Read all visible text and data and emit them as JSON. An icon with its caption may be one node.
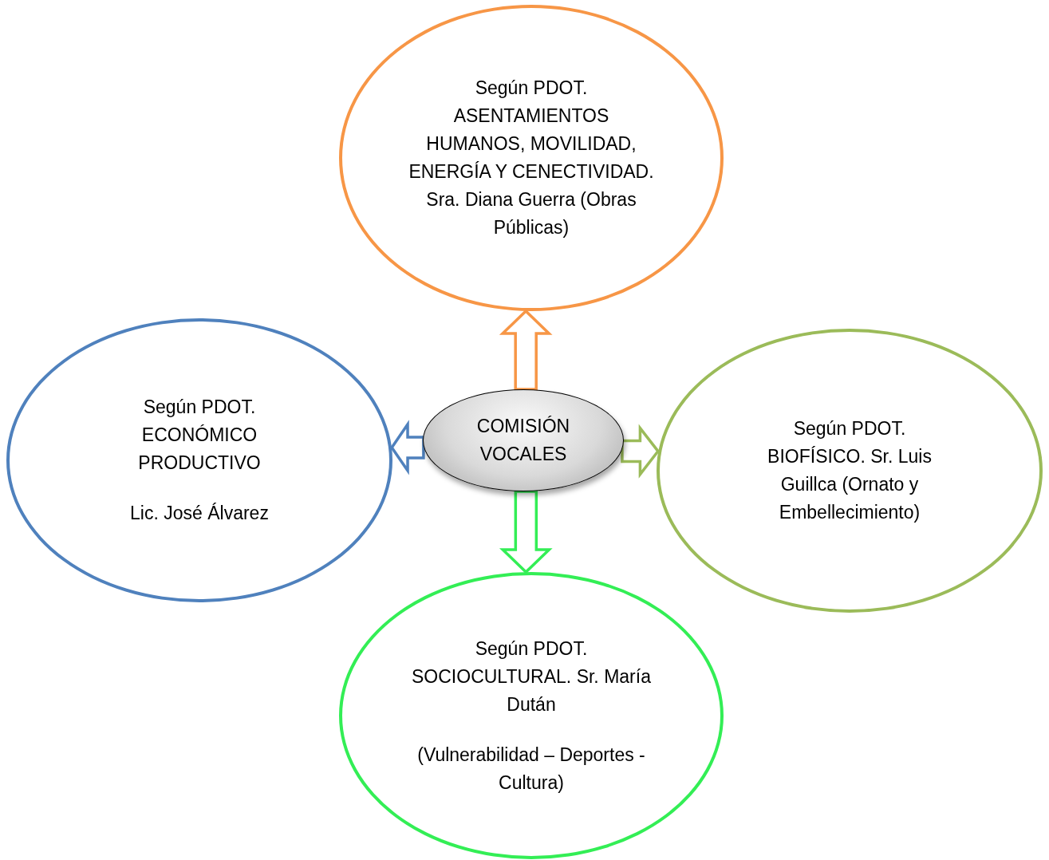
{
  "diagram": {
    "nodes": [
      {
        "text": [
          "COMISIÓN VOCALES"
        ]
      },
      {
        "text": [
          "Según PDOT. ASENTAMIENTOS HUMANOS, MOVILIDAD, ENERGÍA Y CENECTIVIDAD.  Sra. Diana Guerra (Obras Públicas)"
        ]
      },
      {
        "text": [
          "Según PDOT. ECONÓMICO PRODUCTIVO",
          "Lic. José Álvarez"
        ]
      },
      {
        "text": [
          "Según PDOT. BIOFÍSICO. Sr. Luis Guillca (Ornato y Embellecimiento)"
        ]
      },
      {
        "text": [
          "Según PDOT. SOCIOCULTURAL. Sr. María Dután",
          "(Vulnerabilidad – Deportes - Cultura)"
        ]
      }
    ],
    "edges": [
      {
        "from": 0,
        "to": 1,
        "arrow": "to",
        "color": "#f79646"
      },
      {
        "from": 0,
        "to": 2,
        "arrow": "to",
        "color": "#4f81bd"
      },
      {
        "from": 0,
        "to": 3,
        "arrow": "to",
        "color": "#9bbb59"
      },
      {
        "from": 0,
        "to": 4,
        "arrow": "to",
        "color": "#33ee55"
      }
    ]
  }
}
